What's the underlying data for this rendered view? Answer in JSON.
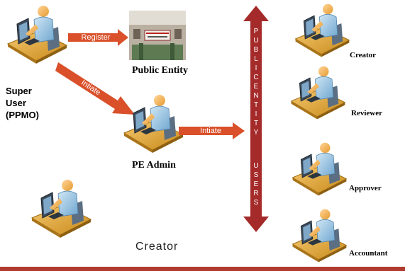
{
  "labels": {
    "super_user": "Super\nUser\n(PPMO)",
    "public_entity": "Public Entity",
    "pe_admin": "PE Admin",
    "creator_left": "Creator",
    "creator": "Creator",
    "reviewer": "Reviewer",
    "approver": "Approver",
    "accountant": "Accountant"
  },
  "arrows": {
    "register": "Register",
    "intiate_diag": "Intiate",
    "intiate_right": "Intiate"
  },
  "vertical_text": {
    "word1": [
      "P",
      "U",
      "B",
      "L",
      "I",
      "C",
      "E",
      "N",
      "T",
      "I",
      "T",
      "Y"
    ],
    "word2": [
      "U",
      "S",
      "E",
      "R",
      "S"
    ]
  },
  "colors": {
    "arrow": "#d9502a",
    "vertical_arrow": "#a52a2a",
    "bottom_bar": "#b03a2e"
  },
  "icons": [
    "user-workstation-icon",
    "building-photo"
  ]
}
